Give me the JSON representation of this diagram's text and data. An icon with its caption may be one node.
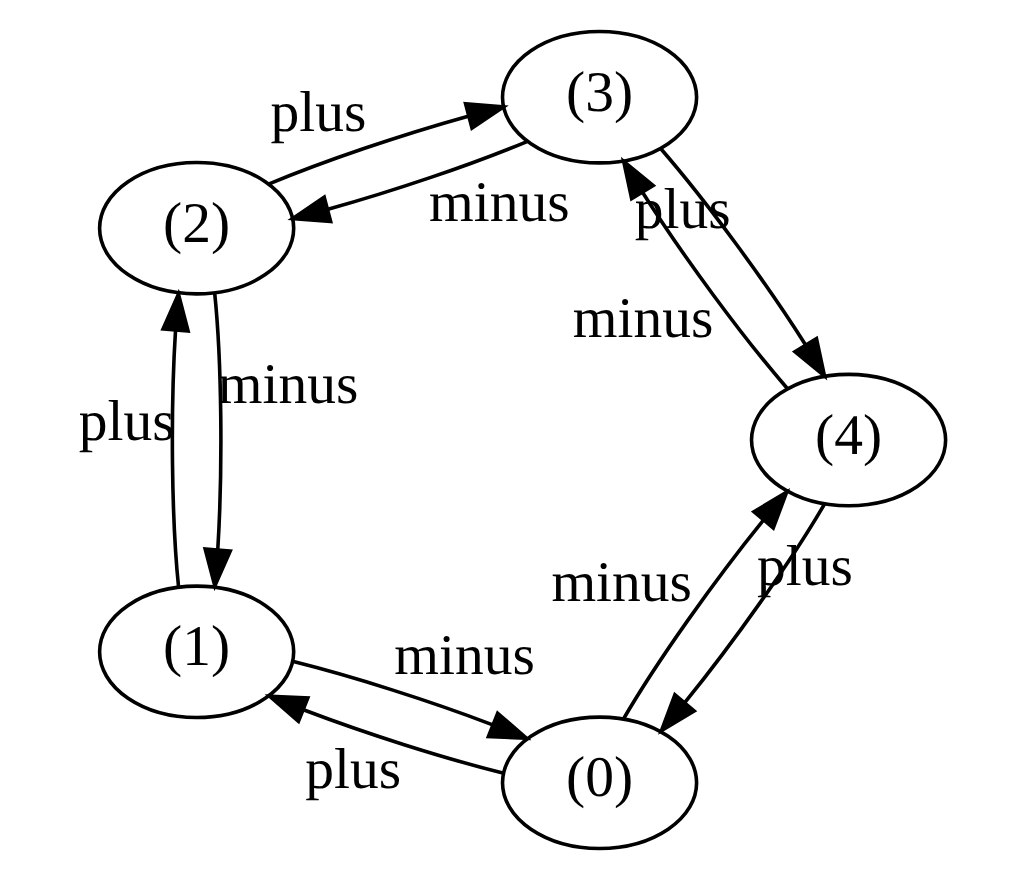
{
  "diagram": {
    "nodes": [
      {
        "text": [
          "(0)"
        ]
      },
      {
        "text": [
          "(1)"
        ]
      },
      {
        "text": [
          "(2)"
        ]
      },
      {
        "text": [
          "(3)"
        ]
      },
      {
        "text": [
          "(4)"
        ]
      }
    ],
    "edges": [
      {
        "from": 0,
        "to": 1,
        "arrow": "to",
        "label": "plus"
      },
      {
        "from": 0,
        "to": 4,
        "arrow": "to",
        "label": "minus"
      },
      {
        "from": 1,
        "to": 2,
        "arrow": "to",
        "label": "plus"
      },
      {
        "from": 1,
        "to": 0,
        "arrow": "to",
        "label": "minus"
      },
      {
        "from": 2,
        "to": 3,
        "arrow": "to",
        "label": "plus"
      },
      {
        "from": 2,
        "to": 1,
        "arrow": "to",
        "label": "minus"
      },
      {
        "from": 3,
        "to": 4,
        "arrow": "to",
        "label": "plus"
      },
      {
        "from": 3,
        "to": 2,
        "arrow": "to",
        "label": "minus"
      },
      {
        "from": 4,
        "to": 0,
        "arrow": "to",
        "label": "plus"
      },
      {
        "from": 4,
        "to": 3,
        "arrow": "to",
        "label": "minus"
      }
    ]
  }
}
